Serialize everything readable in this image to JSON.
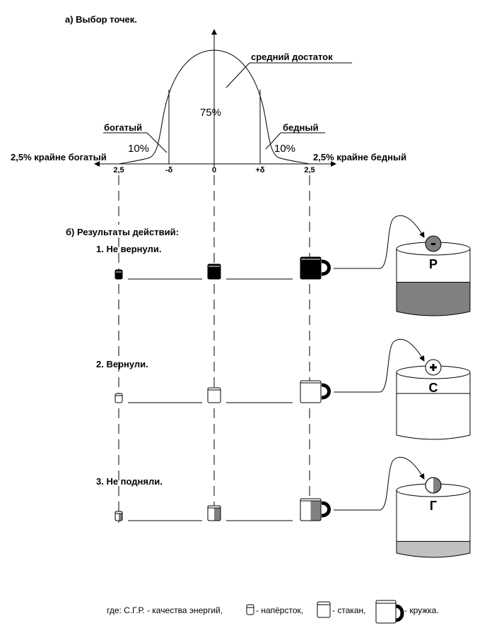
{
  "section_a": {
    "title": "а) Выбор точек.",
    "curve_label_middle": "средний достаток",
    "label_rich": "богатый",
    "label_poor": "бедный",
    "pct_middle": "75%",
    "pct_rich": "10%",
    "pct_poor": "10%",
    "label_extreme_rich": "2,5% крайне богатый",
    "label_extreme_poor": "2,5% крайне бедный",
    "ticks": [
      "2,5",
      "-δ",
      "0",
      "+δ",
      "2,5"
    ]
  },
  "section_b": {
    "title": "б) Результаты действий:",
    "rows": [
      {
        "label": "1. Не вернули.",
        "fill": "black",
        "tank_letter": "Р",
        "sign": "-",
        "tank_level": 0.5,
        "tank_color": "#808080",
        "ball_color": "#808080"
      },
      {
        "label": "2. Вернули.",
        "fill": "white",
        "tank_letter": "С",
        "sign": "+",
        "tank_level": 0.0,
        "tank_color": "#ffffff",
        "ball_color": "#ffffff",
        "tank_midline": true
      },
      {
        "label": "3. Не подняли.",
        "fill": "half",
        "tank_letter": "Г",
        "sign": "",
        "tank_level": 0.2,
        "tank_color": "#c0c0c0",
        "ball_color": "half"
      }
    ]
  },
  "legend": {
    "prefix": "где: С.Г.Р. - качества энергий,",
    "thimble": "- напёрсток,",
    "glass": "- стакан,",
    "mug": "- кружка."
  },
  "colors": {
    "ink": "#000000",
    "gray": "#808080",
    "light_gray": "#c0c0c0"
  }
}
